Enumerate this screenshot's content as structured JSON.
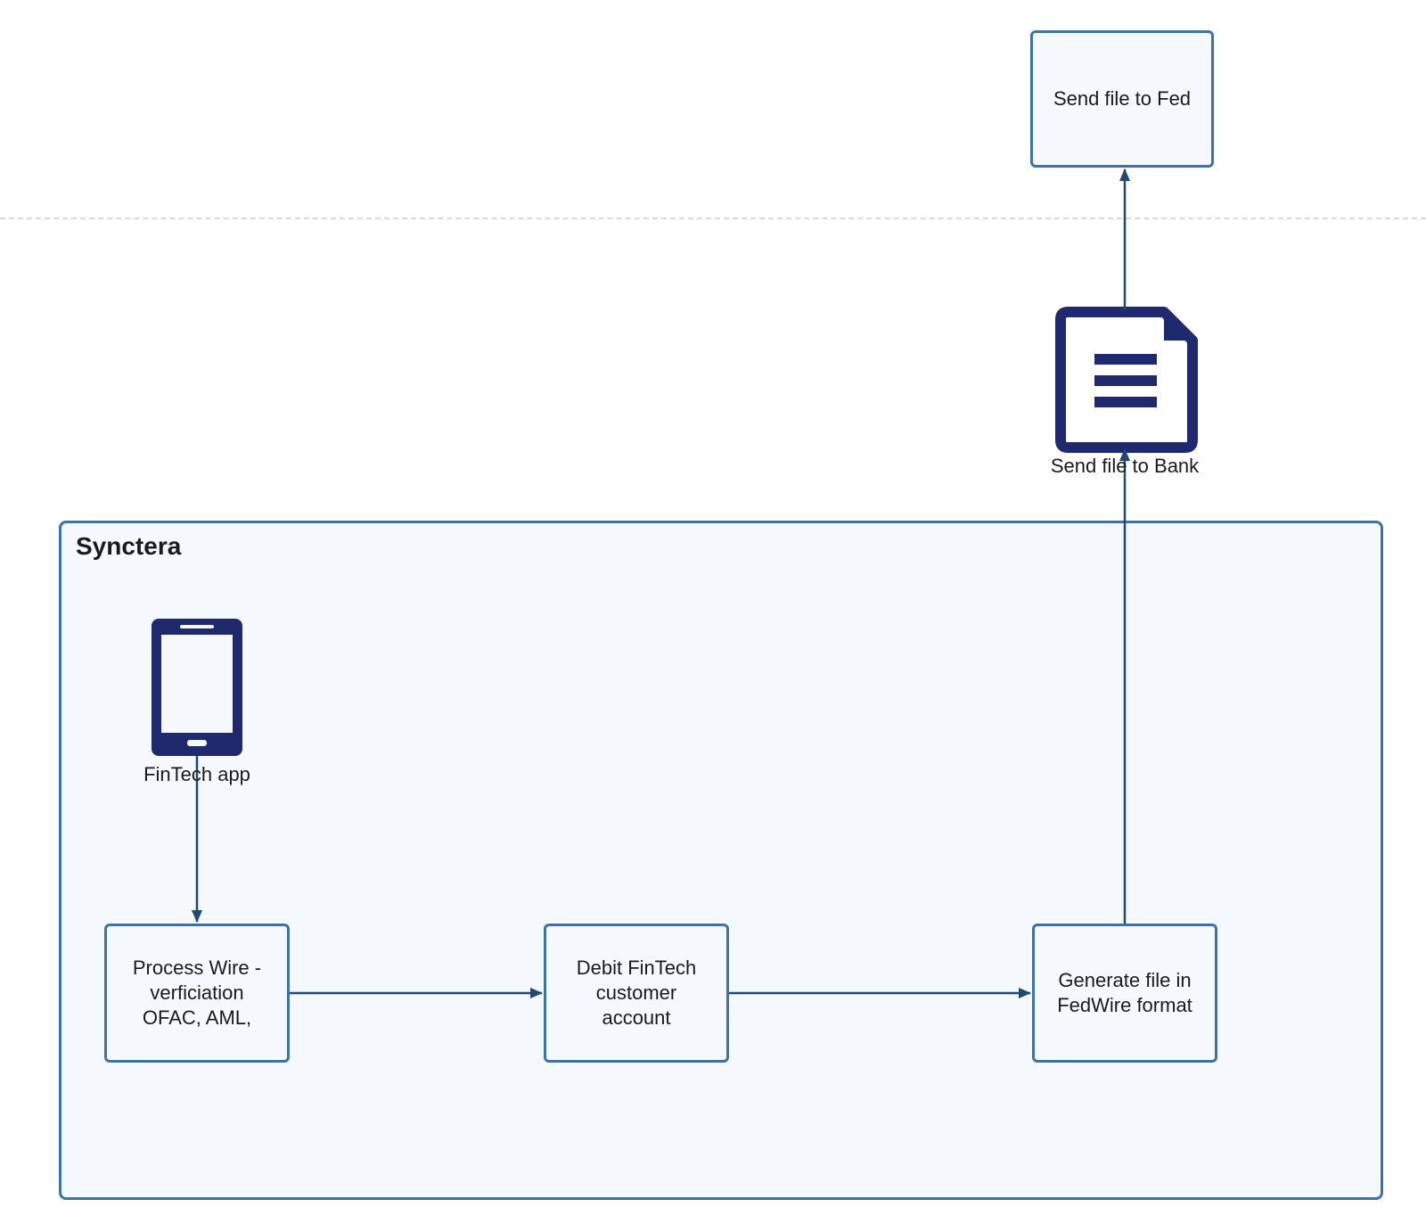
{
  "container": {
    "title": "Synctera"
  },
  "nodes": {
    "fed": {
      "label": "Send file to Fed"
    },
    "bank_file": {
      "label": "Send file to Bank",
      "icon": "document-icon"
    },
    "fintech_app": {
      "label": "FinTech app",
      "icon": "mobile-phone-icon"
    },
    "process_wire": {
      "label": "Process Wire -\nverficiation\nOFAC, AML,"
    },
    "debit": {
      "label": "Debit FinTech\ncustomer\naccount"
    },
    "generate": {
      "label": "Generate file in\nFedWire format"
    }
  },
  "colors": {
    "box_border": "#3d72a6",
    "box_fill": "#f5f9fe",
    "icon": "#1f2a6e",
    "arrow": "#1f4a6e",
    "divider": "#d9d9d9"
  }
}
